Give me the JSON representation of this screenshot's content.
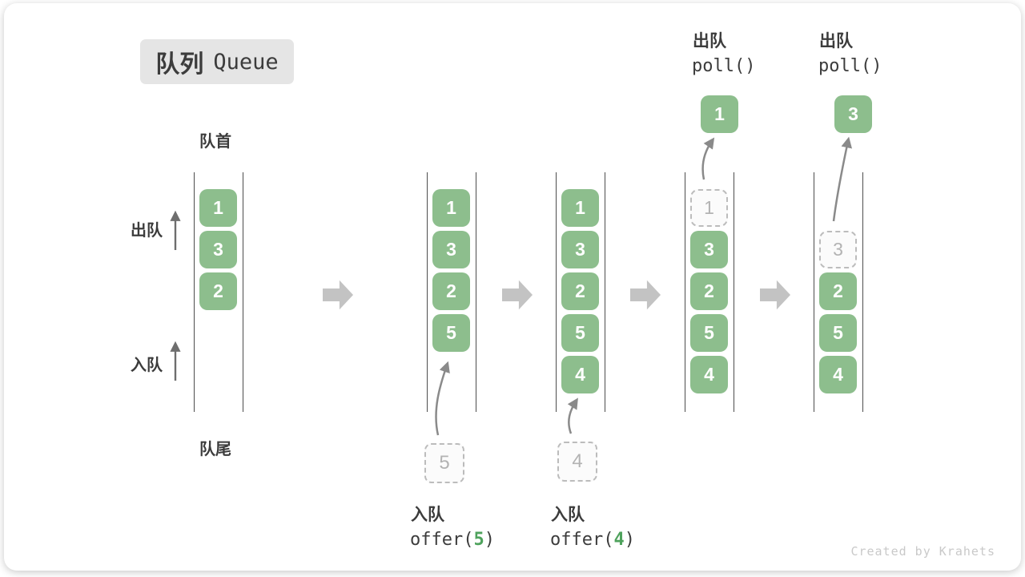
{
  "title": {
    "zh": "队列",
    "en": "Queue"
  },
  "labels": {
    "front": "队首",
    "rear": "队尾",
    "side_dequeue": "出队",
    "side_enqueue": "入队"
  },
  "queues": [
    {
      "slots": [
        {
          "v": "1"
        },
        {
          "v": "3"
        },
        {
          "v": "2"
        }
      ]
    },
    {
      "slots": [
        {
          "v": "1"
        },
        {
          "v": "3"
        },
        {
          "v": "2"
        },
        {
          "v": "5"
        }
      ],
      "incoming": "5",
      "op": {
        "action": "入队",
        "fn_open": "offer(",
        "arg": "5",
        "fn_close": ")"
      }
    },
    {
      "slots": [
        {
          "v": "1"
        },
        {
          "v": "3"
        },
        {
          "v": "2"
        },
        {
          "v": "5"
        },
        {
          "v": "4"
        }
      ],
      "incoming": "4",
      "op": {
        "action": "入队",
        "fn_open": "offer(",
        "arg": "4",
        "fn_close": ")"
      }
    },
    {
      "slots": [
        {
          "v": "1",
          "state": "removed"
        },
        {
          "v": "3"
        },
        {
          "v": "2"
        },
        {
          "v": "5"
        },
        {
          "v": "4"
        }
      ],
      "popped": "1",
      "op": {
        "action": "出队",
        "fn": "poll()"
      }
    },
    {
      "slots": [
        {
          "v": "3",
          "state": "removed"
        },
        {
          "v": "2"
        },
        {
          "v": "5"
        },
        {
          "v": "4"
        }
      ],
      "popped": "3",
      "op": {
        "action": "出队",
        "fn": "poll()"
      }
    }
  ],
  "watermark": "Created by Krahets",
  "colors": {
    "box_green": "#8dbe8d",
    "code_green": "#4ea25c",
    "block_arrow": "#c3c3c3",
    "dashed_border": "#bcbcbc",
    "text_dark": "#3c3c3c"
  }
}
